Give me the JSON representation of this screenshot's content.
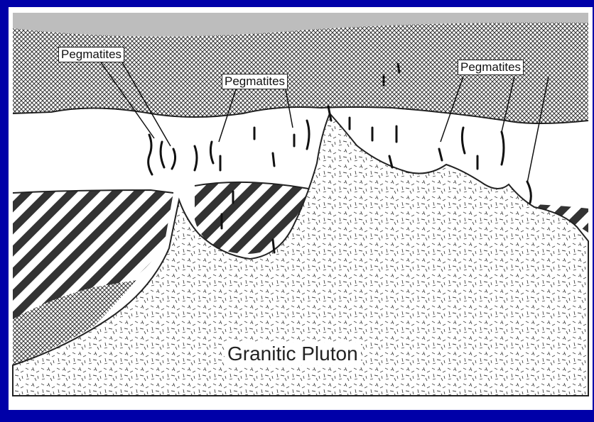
{
  "slide": {
    "background_color": "#0000a8",
    "panel_color": "#ffffff"
  },
  "figure": {
    "pegmatite_labels": [
      "Pegmatites",
      "Pegmatites",
      "Pegmatites"
    ],
    "pluton_label": "Granitic Pluton"
  }
}
